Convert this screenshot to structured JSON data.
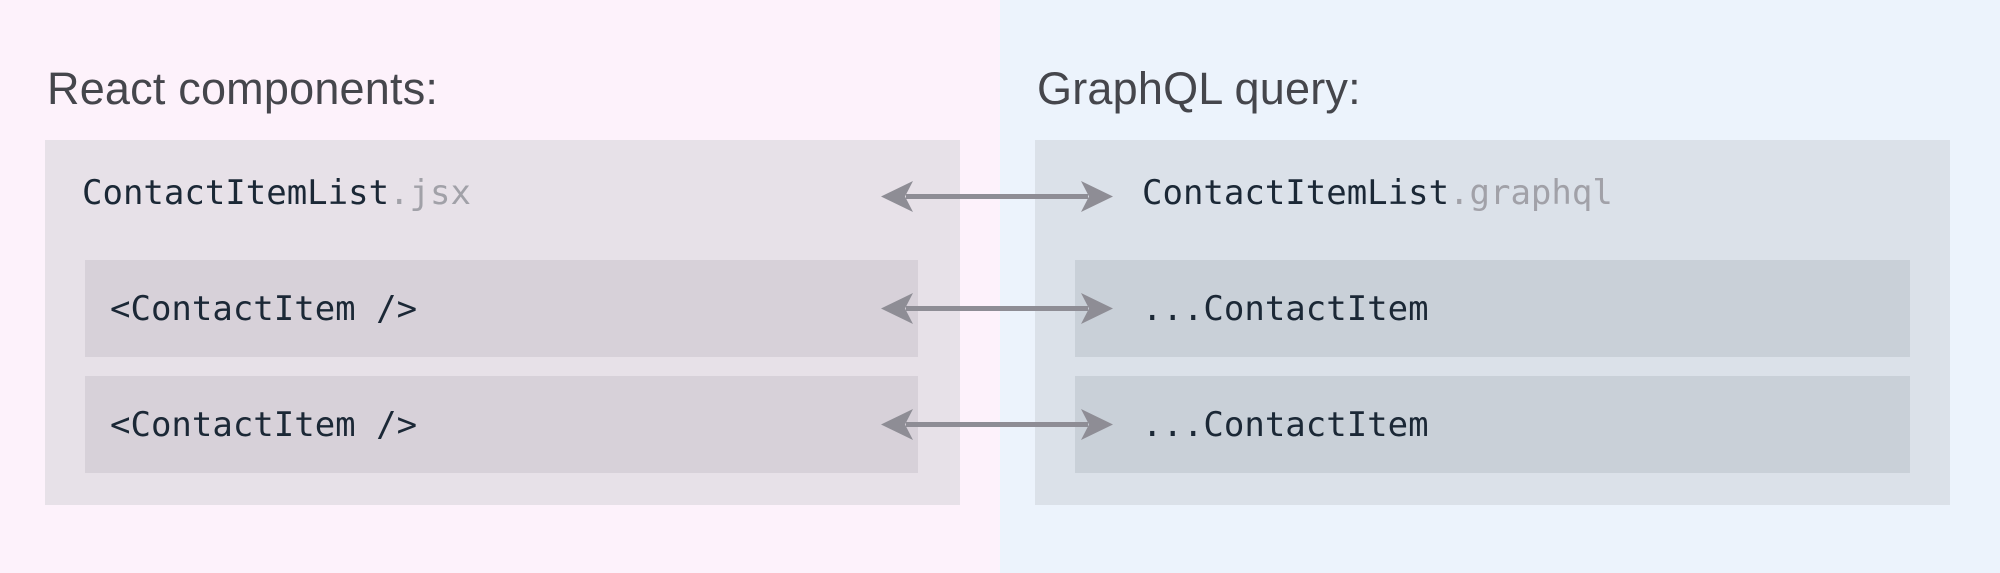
{
  "left": {
    "heading": "React components:",
    "file": {
      "name": "ContactItemList",
      "ext": ".jsx"
    },
    "items": [
      {
        "label": "<ContactItem />"
      },
      {
        "label": "<ContactItem />"
      }
    ]
  },
  "right": {
    "heading": "GraphQL query:",
    "file": {
      "name": "ContactItemList",
      "ext": ".graphql"
    },
    "items": [
      {
        "label": "...ContactItem"
      },
      {
        "label": "...ContactItem"
      }
    ]
  },
  "colors": {
    "left_background": "#fdf2fb",
    "right_background": "#ecf3fc",
    "left_panel": "#e7e1e8",
    "left_item": "#d7d1d9",
    "right_panel": "#dbe1e9",
    "right_item": "#c9d0d8",
    "arrow": "#8e8d95",
    "heading_text": "#45464c",
    "code_text": "#1b2836",
    "code_muted_text": "#a1a1a8"
  }
}
